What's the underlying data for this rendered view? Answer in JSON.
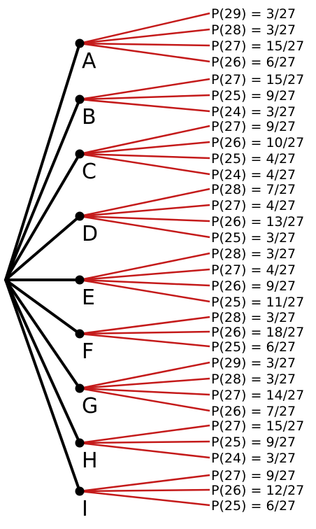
{
  "colors": {
    "trunk": "#000000",
    "branch": "#c41a1a",
    "text": "#000000",
    "background": "#ffffff"
  },
  "nodes": [
    {
      "label": "A",
      "leaves": [
        "P(29) = 3/27",
        "P(28) = 3/27",
        "P(27) = 15/27",
        "P(26) = 6/27"
      ]
    },
    {
      "label": "B",
      "leaves": [
        "P(27) = 15/27",
        "P(25) = 9/27",
        "P(24) = 3/27"
      ]
    },
    {
      "label": "C",
      "leaves": [
        "P(27) = 9/27",
        "P(26) = 10/27",
        "P(25) = 4/27",
        "P(24) = 4/27"
      ]
    },
    {
      "label": "D",
      "leaves": [
        "P(28) = 7/27",
        "P(27) = 4/27",
        "P(26) = 13/27",
        "P(25) = 3/27"
      ]
    },
    {
      "label": "E",
      "leaves": [
        "P(28) = 3/27",
        "P(27) = 4/27",
        "P(26) = 9/27",
        "P(25) = 11/27"
      ]
    },
    {
      "label": "F",
      "leaves": [
        "P(28) = 3/27",
        "P(26) = 18/27",
        "P(25) = 6/27"
      ]
    },
    {
      "label": "G",
      "leaves": [
        "P(29) = 3/27",
        "P(28) = 3/27",
        "P(27) = 14/27",
        "P(26) = 7/27"
      ]
    },
    {
      "label": "H",
      "leaves": [
        "P(27) = 15/27",
        "P(25) = 9/27",
        "P(24) = 3/27"
      ]
    },
    {
      "label": "I",
      "leaves": [
        "P(27) = 9/27",
        "P(26) = 12/27",
        "P(25) = 6/27"
      ]
    }
  ]
}
